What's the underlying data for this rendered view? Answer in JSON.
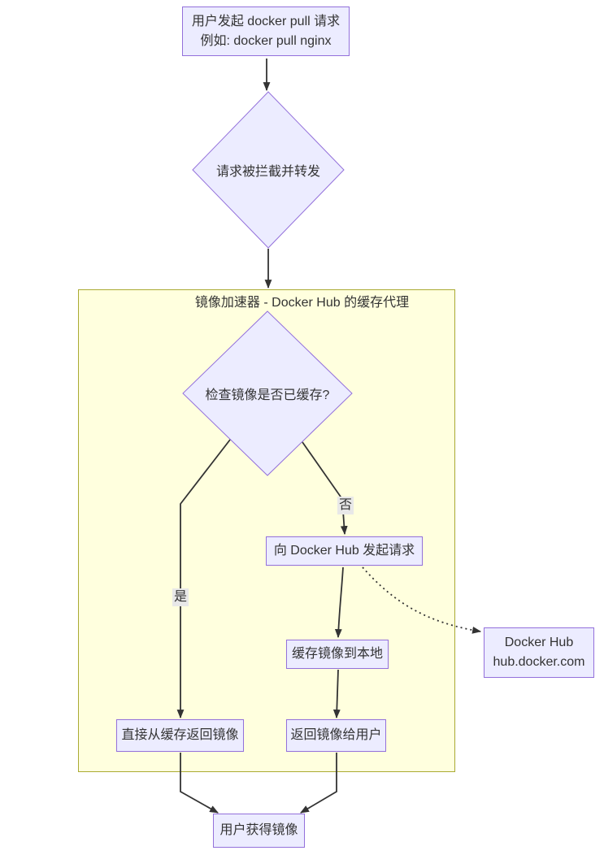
{
  "diagram": {
    "type": "flowchart",
    "colors": {
      "background": "#FFFFFF",
      "node_fill": "#ECECFF",
      "node_border": "#9370DB",
      "cluster_fill": "#FFFFDE",
      "cluster_border": "#AAAA33",
      "line_color": "#333333",
      "text_color": "#333333",
      "edge_label_bg": "#E8E8E8"
    },
    "cluster": {
      "title": "镜像加速器 - Docker Hub 的缓存代理"
    },
    "nodes": {
      "start": {
        "line1": "用户发起 docker pull 请求",
        "line2": "例如: docker pull nginx"
      },
      "intercept": {
        "label": "请求被拦截并转发"
      },
      "check_cache": {
        "label": "检查镜像是否已缓存?"
      },
      "request_hub": {
        "label": "向 Docker Hub 发起请求"
      },
      "cache_local": {
        "label": "缓存镜像到本地"
      },
      "return_from_cache": {
        "label": "直接从缓存返回镜像"
      },
      "return_to_user": {
        "label": "返回镜像给用户"
      },
      "docker_hub": {
        "line1": "Docker Hub",
        "line2": "hub.docker.com"
      },
      "user_gets_image": {
        "label": "用户获得镜像"
      }
    },
    "edge_labels": {
      "yes": "是",
      "no": "否"
    }
  }
}
